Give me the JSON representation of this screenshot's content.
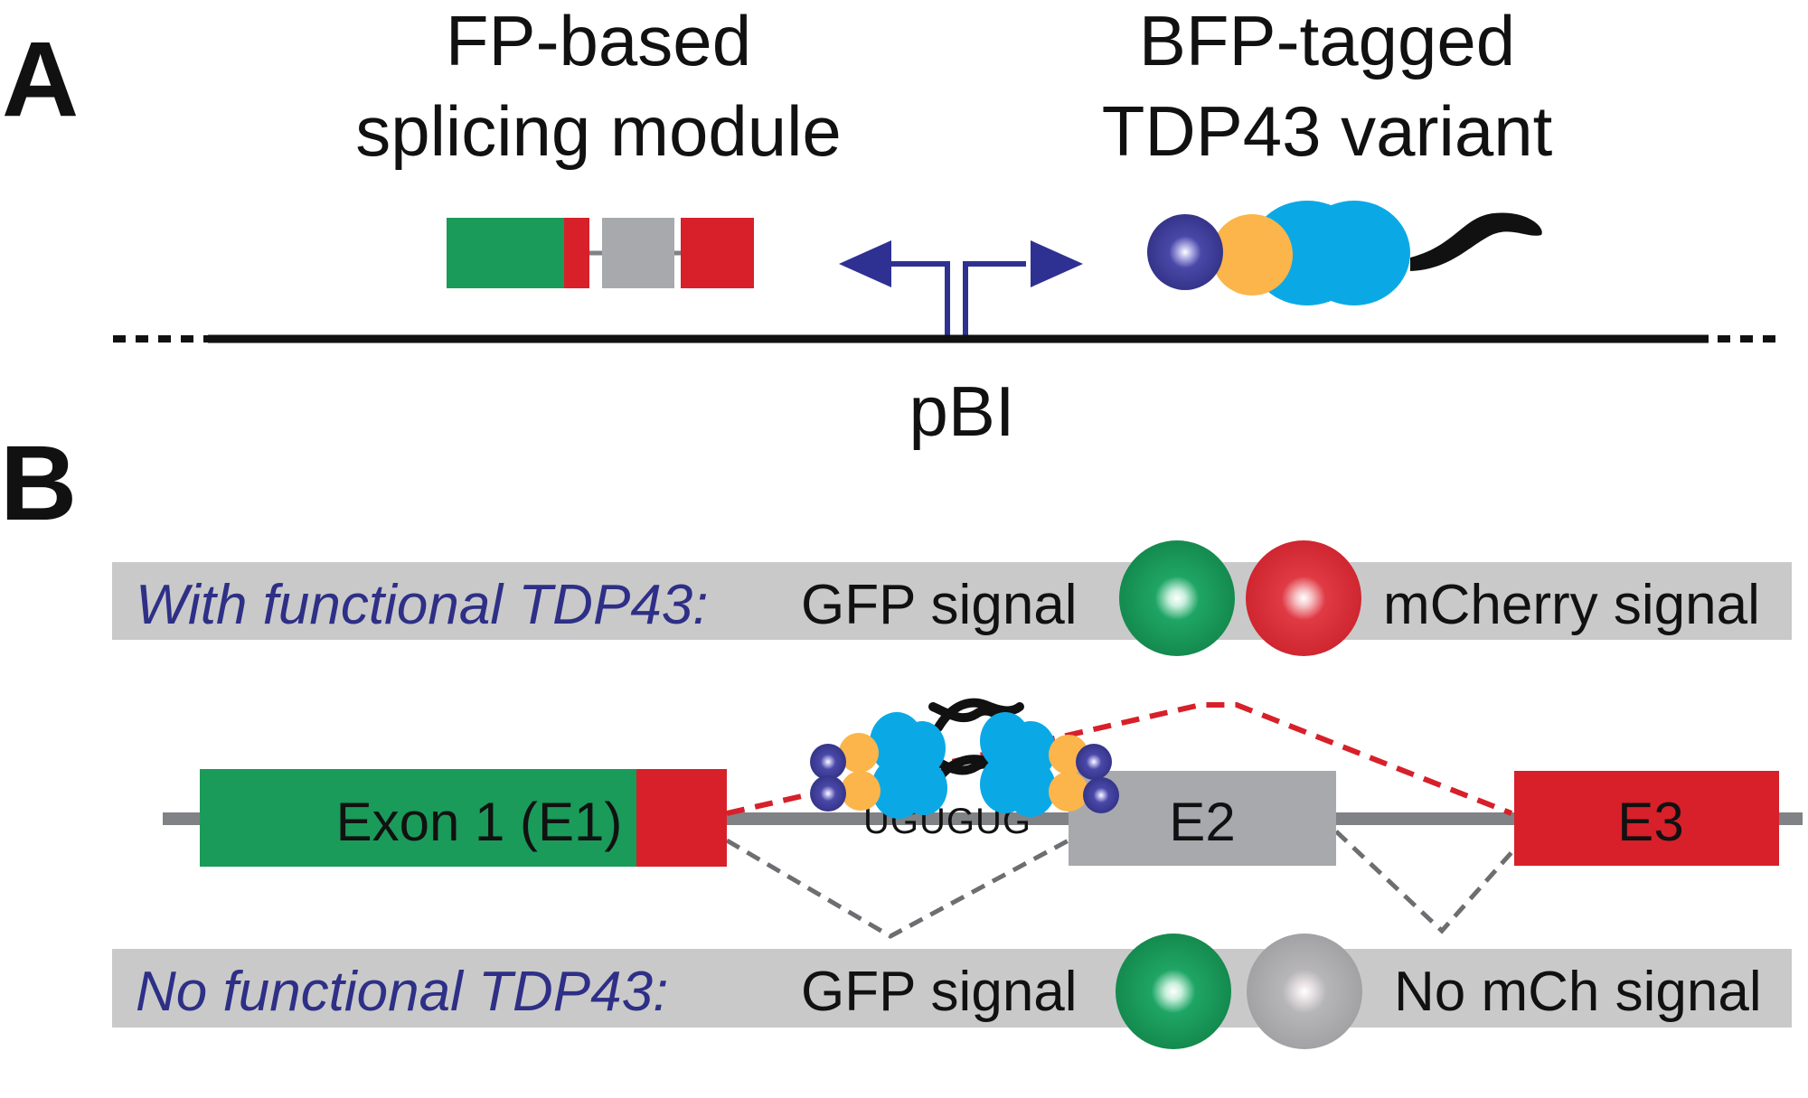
{
  "panel_a": {
    "label": "A",
    "module_title_line1": "FP-based",
    "module_title_line2": "splicing module",
    "tdp_title_line1": "BFP-tagged",
    "tdp_title_line2": "TDP43 variant",
    "promoter_label": "pBI"
  },
  "panel_b": {
    "label": "B",
    "functional": {
      "condition": "With functional TDP43:",
      "gfp_label": "GFP signal",
      "red_label": "mCherry signal"
    },
    "nonfunctional": {
      "condition": "No functional TDP43:",
      "gfp_label": "GFP signal",
      "red_label": "No mCh signal"
    },
    "exons": {
      "e1": "Exon 1 (E1)",
      "e2": "E2",
      "e3": "E3"
    },
    "binding_motif": "UGUGUG"
  },
  "colors": {
    "gfp_green": "#1a9b5a",
    "mcherry_red": "#d7202a",
    "exon_gray": "#a7a9ac",
    "bfp_blue": "#3b3a99",
    "rrm_cyan": "#0aa9e6",
    "domain_orange": "#fbb54a",
    "promoter_arrow": "#2e3192",
    "condition_text": "#2e2f86",
    "band_gray": "#c9c9c9"
  },
  "icons": {
    "arrow": "bidirectional-promoter-arrow-icon",
    "protein": "tdp43-protein-icon",
    "signal": "fluorescence-signal-icon"
  }
}
